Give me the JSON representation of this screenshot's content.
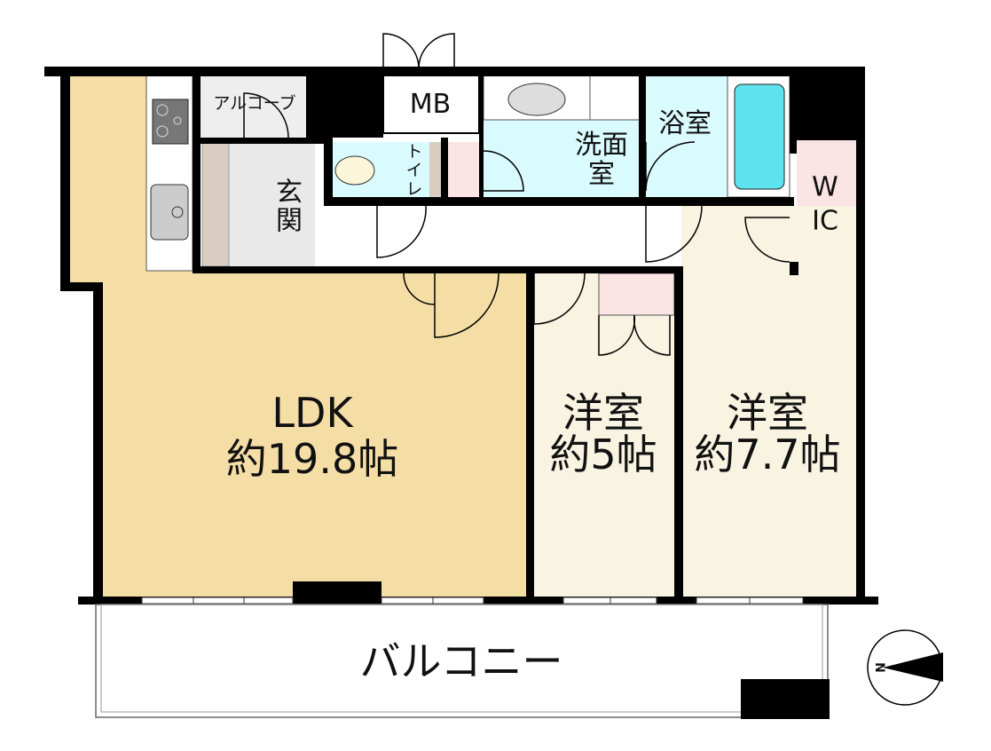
{
  "rooms": {
    "ldk": {
      "name": "LDK",
      "size": "約19.8帖"
    },
    "western1": {
      "name": "洋室",
      "size": "約5帖"
    },
    "western2": {
      "name": "洋室",
      "size": "約7.7帖"
    },
    "balcony": "バルコニー",
    "entrance": "玄関",
    "washroom": "洗面室",
    "bath": "浴室",
    "toilet": "トイレ",
    "wic": "WIC",
    "alcove": "アルコーブ",
    "mb": "MB"
  },
  "compass": {
    "label": "N"
  },
  "colors": {
    "ldk": "#f5dea6",
    "western": "#f9f3e1",
    "wet": "#dafbfd",
    "closet": "#fbe4e4",
    "tub": "#5fe2ef",
    "shoe": "#d8cdc0",
    "wall": "#000000"
  }
}
